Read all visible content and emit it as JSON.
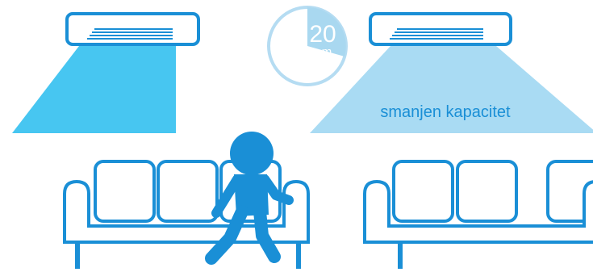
{
  "timer": {
    "value": "20",
    "unit": "m",
    "level": 0.33
  },
  "label": {
    "reduced_capacity": "smanjen kapacitet"
  },
  "colors": {
    "stroke": "#1a8fd6",
    "person": "#1a8fd6",
    "strong_airflow": "#47c6f1",
    "weak_airflow": "#a9dbf3",
    "timer_fill": "#a9d8f0",
    "timer_outline": "#b5dcf2",
    "label_text": "#1a8fd6"
  },
  "icons": {
    "left_unit": "air-conditioner-icon",
    "right_unit": "air-conditioner-icon",
    "timer": "timer-icon",
    "person": "person-icon",
    "left_sofa": "sofa-icon",
    "right_sofa": "sofa-icon"
  }
}
